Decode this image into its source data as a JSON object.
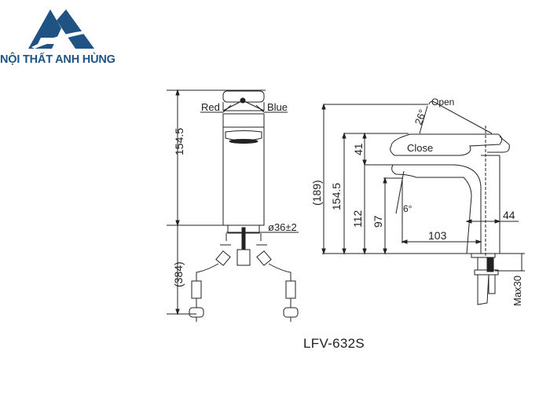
{
  "brand": {
    "name": "NỘI THẤT ANH HÙNG",
    "logo_icon": "mountain-A-logo",
    "color": "#1f5384"
  },
  "drawing": {
    "model": "LFV-632S",
    "front_view": {
      "labels": {
        "red": "Red",
        "blue": "Blue"
      },
      "dimensions": {
        "height": "154.5",
        "hose_length": "(384)",
        "shank_diameter": "ø36±2"
      }
    },
    "side_view": {
      "labels": {
        "open": "Open",
        "close": "Close"
      },
      "dimensions": {
        "lever_angle": "26°",
        "total_height": "(189)",
        "body_height": "154.5",
        "lever_height": "41",
        "spout_top": "112",
        "spout_outlet": "97",
        "outlet_angle": "6°",
        "reach": "103",
        "base_width": "44",
        "max_deck": "Max30"
      }
    },
    "line_color": "#222222"
  }
}
